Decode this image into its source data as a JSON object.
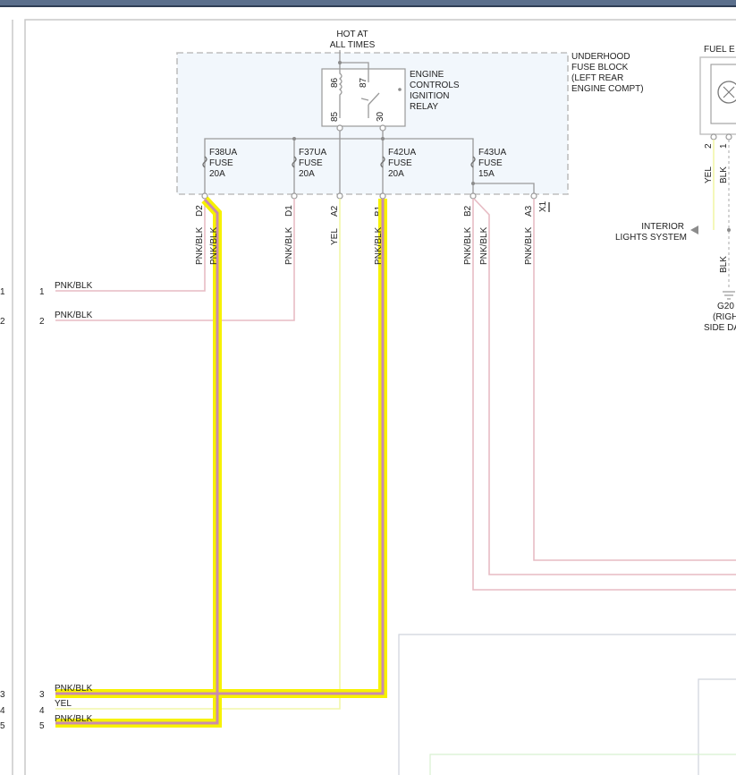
{
  "hot_label": [
    "HOT AT",
    "ALL TIMES"
  ],
  "fuse_block_label": [
    "UNDERHOOD",
    "FUSE BLOCK",
    "(LEFT REAR",
    "ENGINE COMPT)"
  ],
  "relay": {
    "label": [
      "ENGINE",
      "CONTROLS",
      "IGNITION",
      "RELAY"
    ],
    "pins": [
      "86",
      "87",
      "85",
      "30"
    ]
  },
  "fuses": [
    {
      "label": [
        "F38UA",
        "FUSE",
        "20A"
      ]
    },
    {
      "label": [
        "F37UA",
        "FUSE",
        "20A"
      ]
    },
    {
      "label": [
        "F42UA",
        "FUSE",
        "20A"
      ]
    },
    {
      "label": [
        "F43UA",
        "FUSE",
        "15A"
      ]
    }
  ],
  "connectors": [
    "D2",
    "D1",
    "A2",
    "B1",
    "B2",
    "A3",
    "X1"
  ],
  "wire_colors": [
    "PNK/BLK",
    "PNK/BLK",
    "PNK/BLK",
    "YEL",
    "PNK/BLK",
    "PNK/BLK",
    "PNK/BLK",
    "PNK/BLK"
  ],
  "left_pins": [
    {
      "outer": "1",
      "inner": "1",
      "wire": "PNK/BLK"
    },
    {
      "outer": "2",
      "inner": "2",
      "wire": "PNK/BLK"
    },
    {
      "outer": "3",
      "inner": "3",
      "wire": "PNK/BLK"
    },
    {
      "outer": "4",
      "inner": "4",
      "wire": "YEL"
    },
    {
      "outer": "5",
      "inner": "5",
      "wire": "PNK/BLK"
    }
  ],
  "fuel_label": "FUEL E",
  "fuel_pins": [
    "2",
    "1"
  ],
  "fuel_wires": [
    "YEL",
    "BLK"
  ],
  "interior_lights": [
    "INTERIOR",
    "LIGHTS SYSTEM"
  ],
  "ground": {
    "wire": "BLK",
    "label": [
      "G20",
      "(RIGH",
      "SIDE DA"
    ]
  }
}
